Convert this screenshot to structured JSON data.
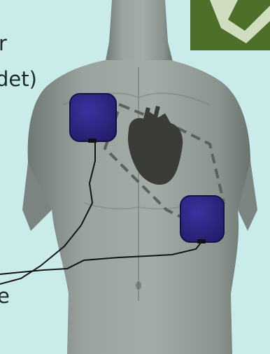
{
  "slide": {
    "text_fragments": [
      "r",
      "det)",
      "e"
    ]
  },
  "figure": {
    "colors": {
      "background": "#c9ecea",
      "body_skin": "#8f9894",
      "body_shadow": "#5f6864",
      "pad": "#2b247d",
      "pad_edge": "#16114a",
      "heart": "#3a3c38",
      "dashed_outline": "#5b625e",
      "cable": "#141414",
      "logo": "#4e6f2a"
    },
    "icons": [
      "logo-corner-icon",
      "heart-icon",
      "defibrillator-pad-icon"
    ]
  }
}
